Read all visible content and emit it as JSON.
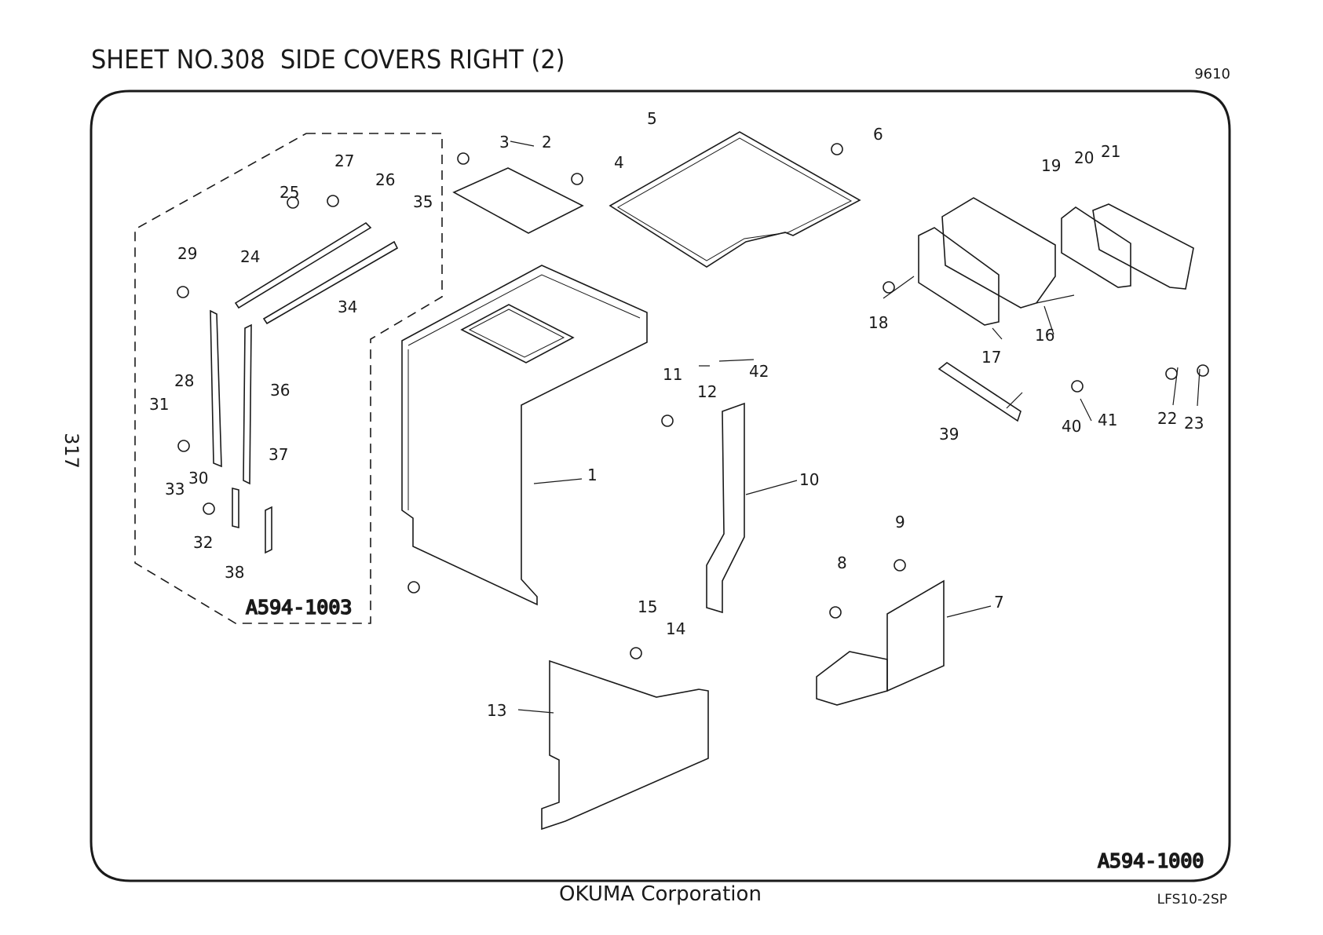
{
  "header": {
    "title": "SHEET NO.308  SIDE COVERS RIGHT (2)",
    "doc_code": "9610"
  },
  "side": {
    "page_number": "317"
  },
  "footer": {
    "company": "OKUMA Corporation",
    "model": "LFS10-2SP"
  },
  "diagram": {
    "main_assembly": "A594-1000",
    "sub_assembly": "A594-1003",
    "part_labels": [
      "1",
      "2",
      "3",
      "4",
      "5",
      "6",
      "7",
      "8",
      "9",
      "10",
      "11",
      "12",
      "13",
      "14",
      "15",
      "16",
      "17",
      "18",
      "19",
      "20",
      "21",
      "22",
      "23",
      "24",
      "25",
      "26",
      "27",
      "28",
      "29",
      "30",
      "31",
      "32",
      "33",
      "34",
      "35",
      "36",
      "37",
      "38",
      "39",
      "40",
      "41",
      "42"
    ]
  }
}
